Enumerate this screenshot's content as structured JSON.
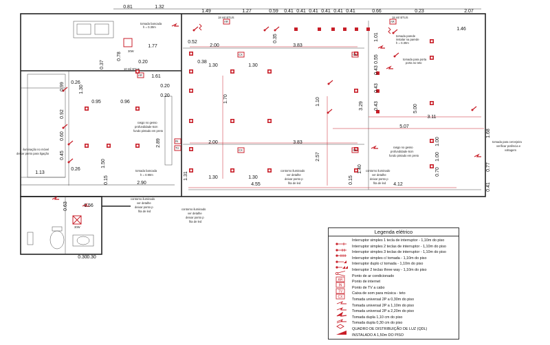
{
  "dimensions": {
    "top": [
      "0.81",
      "1.32",
      "1.49",
      "1.27",
      "0.59",
      "0.41",
      "0.41",
      "0.41",
      "0.41",
      "0.41",
      "0.41",
      "0.66",
      "0.23",
      "2.07"
    ],
    "room": [
      "0.52",
      "2.00",
      "3.83",
      "1.77",
      "0.78",
      "0.38",
      "1.30",
      "1.30",
      "0.20",
      "0.37",
      "1.61",
      "0.20",
      "0.20",
      "0.26",
      "0.95",
      "0.96",
      "0.99",
      "1.30",
      "0.92",
      "0.60",
      "0.45",
      "1.70",
      "1.10",
      "3.29",
      "5.07",
      "5.00",
      "2.00",
      "3.83",
      "2.89",
      "1.30",
      "1.30",
      "2.57",
      "1.50",
      "0.26",
      "1.13",
      "1.31",
      "0.15",
      "2.90",
      "4.55",
      "0.15",
      "4.12",
      "1.40",
      "0.70",
      "0.77",
      "0.41",
      "1.68",
      "1.46",
      "1.01",
      "0.55",
      "0.43",
      "0.43",
      "0.43",
      "1.00",
      "1.00",
      "3.11",
      "0.35",
      "0.63",
      "0.56",
      "0.30",
      "0.30"
    ]
  },
  "labels": {
    "btus_top": "18 mil BTUS",
    "btus_right": "18 mil BTUS",
    "btus_left": "10 mil BTUs",
    "ar": "AR",
    "cx": "CX",
    "in": "IN",
    "tv": "TV",
    "w": "30W"
  },
  "notes": {
    "tomada_bancada_top": "tomada bancada",
    "tomada_bancada_top_h": "h = 0.30m",
    "tomada_bancada_mid": "tomada bancada",
    "tomada_bancada_mid_h": "h = 0.90m",
    "tomada_parede_1": "tomada parede",
    "tomada_parede_1b": "instalar na parede",
    "tomada_parede_1c": "h = 0.30m",
    "tomada_parede_2": "tomada para porta",
    "tomada_parede_2b": "porta no teto",
    "rasgo_1": "rasgo no gesso",
    "rasgo_1b": "profundidade 6cm",
    "rasgo_1c": "fundo pintado em preto",
    "rasgo_2": "rasgo no gesso",
    "rasgo_2b": "profundidade 6cm",
    "rasgo_2c": "fundo pintado em preto",
    "contorno_1": "contorno iluminado",
    "contorno_1b": "ver detalhe",
    "contorno_1c": "deixar ponto p",
    "contorno_1d": "fita de led",
    "contorno_2": "contorno iluminado",
    "contorno_2b": "ver detalhe",
    "contorno_2c": "deixar ponto p",
    "contorno_2d": "fita de led",
    "contorno_3": "contorno iluminado",
    "contorno_3b": "ver detalhe",
    "contorno_3c": "deixar ponto p",
    "contorno_3d": "fita de led",
    "contorno_4": "contorno iluminado",
    "contorno_4b": "ver detalhe",
    "contorno_4c": "deixar ponto p",
    "contorno_4d": "fita de led",
    "iluminacao_left": "iluminação no móvel",
    "iluminacao_left_b": "deixar ponto para ligação",
    "tomada_cervejeira": "tomada para cervejeira",
    "tomada_cervejeira_b": "verificar potência e",
    "tomada_cervejeira_c": "voltagem"
  },
  "legend": {
    "title": "Legenda elétrico",
    "items": [
      "Interruptor simples 1 tecla de interruptor - 1,10m do piso",
      "Interruptor simples 2 teclas de interruptor - 1,10m do piso",
      "Interruptor simples 3 teclas de interruptor - 1,10m do piso",
      "Interruptor simples c/ tomada - 1,10m do piso",
      "Interruptor duplo c/ tomada - 1,10m do piso",
      "Interruptor 2 teclas three way - 1,10m do piso",
      "Ponto de ar condicionado",
      "Ponto de internet",
      "Ponto de TV a cabo",
      "Caixa de som para música - teto",
      "Tomada universal 2P a 0,30m do piso",
      "Tomada universal 2P a 1,10m do piso",
      "Tomada universal 2P a 2,20m do piso",
      "Tomada dupla 1,10 cm do piso",
      "Tomada dupla 0,30 cm do piso",
      "QUADRO DE DISTRIBUIÇÃO DE LUZ (QDL)",
      "INSTALADO A 1,50m DO PISO"
    ],
    "symbols": [
      "switch1",
      "switch2",
      "switch3",
      "switch-outlet",
      "switch-double",
      "threeway",
      "AR",
      "IN",
      "TV",
      "CX",
      "outlet-030",
      "outlet-110",
      "outlet-220",
      "outlet-double-110",
      "outlet-double-030",
      "panel",
      ""
    ]
  },
  "colors": {
    "accent": "#c81e28",
    "line": "#222222"
  }
}
